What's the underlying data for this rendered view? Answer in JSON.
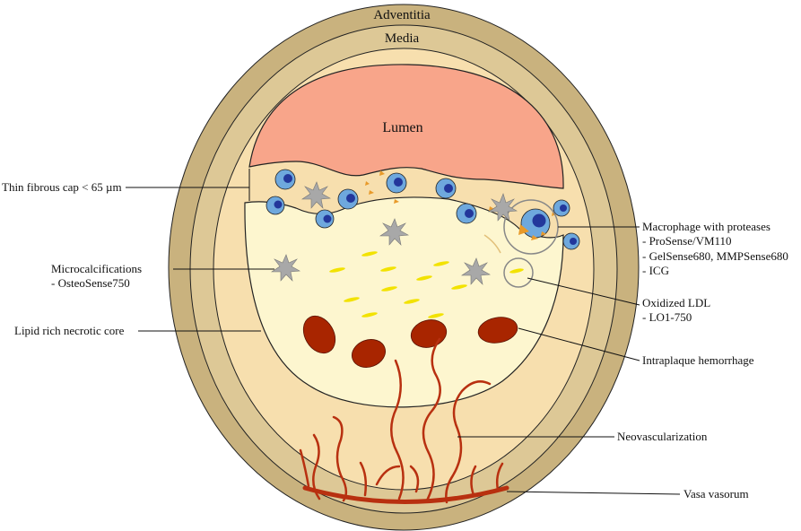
{
  "layers": {
    "adventitia": "Adventitia",
    "media": "Media",
    "lumen": "Lumen"
  },
  "labels": {
    "fibrous_cap": "Thin fibrous cap < 65 µm",
    "microcalc_title": "Microcalcifications",
    "microcalc_probe": "- OsteoSense750",
    "necrotic_core": "Lipid rich necrotic core",
    "macrophage_title": "Macrophage with proteases",
    "macrophage_probe_1": "- ProSense/VM110",
    "macrophage_probe_2": "- GelSense680, MMPSense680",
    "macrophage_probe_3": "-  ICG",
    "oxldl_title": "Oxidized LDL",
    "oxldl_probe": "- LO1-750",
    "hemorrhage": "Intraplaque hemorrhage",
    "neovascularization": "Neovascularization",
    "vasa_vasorum": "Vasa vasorum"
  },
  "colors": {
    "adventitia": "#c9b27e",
    "media": "#ddc896",
    "intima": "#f7dfae",
    "core": "#fdf6cf",
    "lumen": "#f8a58a",
    "macrophage_outer": "#6ea8dd",
    "macrophage_nucleus": "#23379b",
    "calcification": "#a8a8a8",
    "oxidized_ldl": "#f2e200",
    "protease": "#e89a2a",
    "hemorrhage": "#a82500",
    "vessel": "#b83010"
  }
}
